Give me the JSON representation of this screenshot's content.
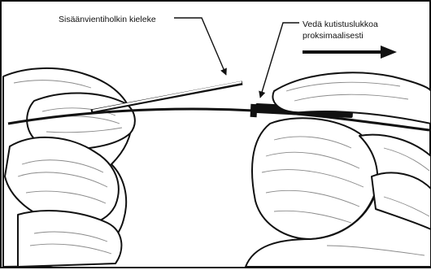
{
  "labels": {
    "sheath_tab": "Sisäänvientiholkin kieleke",
    "pull_lock_line1": "Vedä kutistuslukkoa",
    "pull_lock_line2": "proksimaalisesti"
  },
  "direction_arrow": "arrow-right-icon",
  "colors": {
    "ink": "#111111",
    "background": "#ffffff",
    "shading": "#8a8a8a"
  }
}
